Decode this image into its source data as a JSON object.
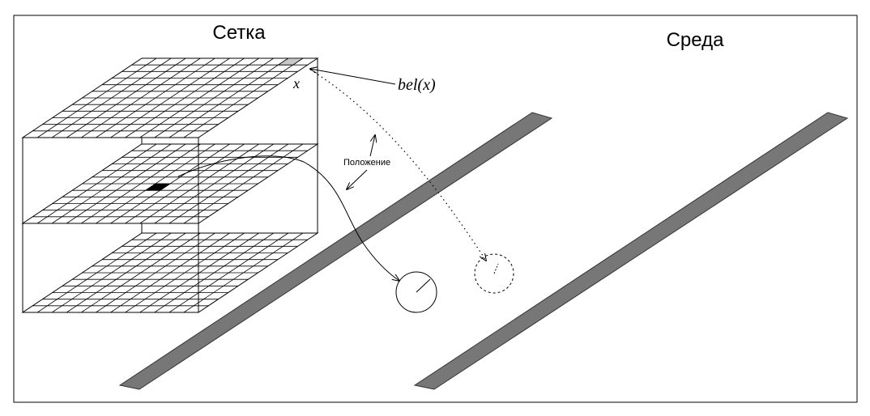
{
  "titles": {
    "grid": "Сетка",
    "environment": "Среда"
  },
  "labels": {
    "cell": "x",
    "belief": "bel(x)",
    "pose": "Положение"
  },
  "colors": {
    "ink": "#000000",
    "wall": "#777777",
    "highlight_cell": "#c8c8c8",
    "active_cell": "#000000"
  }
}
